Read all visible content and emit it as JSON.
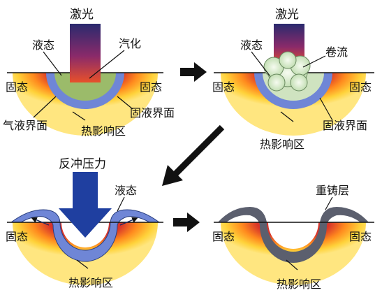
{
  "labels": {
    "laser": "激光",
    "liquid": "液态",
    "vaporize": "汽化",
    "solid": "固态",
    "gas_liquid_interface": "气液界面",
    "solid_liquid_interface": "固液界面",
    "haz": "热影响区",
    "plume": "卷流",
    "recoil_pressure": "反冲压力",
    "recast_layer": "重铸层"
  },
  "panels": [
    {
      "id": "vaporization",
      "texts": [
        "激光",
        "液态",
        "汽化",
        "固态",
        "固态",
        "气液界面",
        "固液界面",
        "热影响区"
      ]
    },
    {
      "id": "plume",
      "texts": [
        "激光",
        "液态",
        "卷流",
        "固态",
        "固态",
        "固液界面",
        "热影响区"
      ]
    },
    {
      "id": "recoil",
      "texts": [
        "反冲压力",
        "液态",
        "固态",
        "热影响区"
      ]
    },
    {
      "id": "recast",
      "texts": [
        "重铸层",
        "固态",
        "固态",
        "热影响区"
      ]
    }
  ],
  "colors": {
    "laser_top": "#2a2a6e",
    "laser_mid": "#8a2a6a",
    "laser_bottom": "#e8502a",
    "haz_outer": "#ffd23a",
    "haz_mid": "#ff8a1e",
    "haz_inner": "#e03a24",
    "liquid": "#6f86d6",
    "gas": "#9bbb6a",
    "recoil_arrow": "#1f3fa0",
    "recast": "#5b5f6e"
  }
}
